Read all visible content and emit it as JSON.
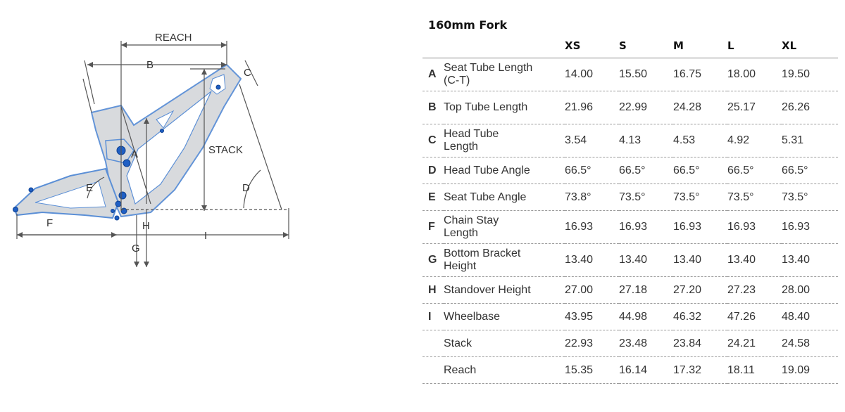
{
  "diagram": {
    "labels": {
      "reach": "REACH",
      "stack": "STACK",
      "a": "A",
      "b": "B",
      "c": "C",
      "d": "D",
      "e": "E",
      "f": "F",
      "g": "G",
      "h": "H",
      "i": "I"
    },
    "colors": {
      "frame_fill": "#d6d9dc",
      "frame_stroke": "#5b8fd6",
      "pivot": "#1f5fc4"
    }
  },
  "table": {
    "title": "160mm Fork",
    "headers": [
      "XS",
      "S",
      "M",
      "L",
      "XL"
    ],
    "rows": [
      {
        "letter": "A",
        "name": "Seat Tube Length (C-T)",
        "values": [
          "14.00",
          "15.50",
          "16.75",
          "18.00",
          "19.50"
        ]
      },
      {
        "letter": "B",
        "name": "Top Tube Length",
        "values": [
          "21.96",
          "22.99",
          "24.28",
          "25.17",
          "26.26"
        ]
      },
      {
        "letter": "C",
        "name": "Head Tube Length",
        "values": [
          "3.54",
          "4.13",
          "4.53",
          "4.92",
          "5.31"
        ]
      },
      {
        "letter": "D",
        "name": "Head Tube Angle",
        "values": [
          "66.5°",
          "66.5°",
          "66.5°",
          "66.5°",
          "66.5°"
        ]
      },
      {
        "letter": "E",
        "name": "Seat Tube Angle",
        "values": [
          "73.8°",
          "73.5°",
          "73.5°",
          "73.5°",
          "73.5°"
        ]
      },
      {
        "letter": "F",
        "name": "Chain Stay Length",
        "values": [
          "16.93",
          "16.93",
          "16.93",
          "16.93",
          "16.93"
        ]
      },
      {
        "letter": "G",
        "name": "Bottom Bracket Height",
        "values": [
          "13.40",
          "13.40",
          "13.40",
          "13.40",
          "13.40"
        ]
      },
      {
        "letter": "H",
        "name": "Standover Height",
        "values": [
          "27.00",
          "27.18",
          "27.20",
          "27.23",
          "28.00"
        ]
      },
      {
        "letter": "I",
        "name": "Wheelbase",
        "values": [
          "43.95",
          "44.98",
          "46.32",
          "47.26",
          "48.40"
        ]
      },
      {
        "letter": "",
        "name": "Stack",
        "values": [
          "22.93",
          "23.48",
          "23.84",
          "24.21",
          "24.58"
        ]
      },
      {
        "letter": "",
        "name": "Reach",
        "values": [
          "15.35",
          "16.14",
          "17.32",
          "18.11",
          "19.09"
        ]
      }
    ]
  }
}
